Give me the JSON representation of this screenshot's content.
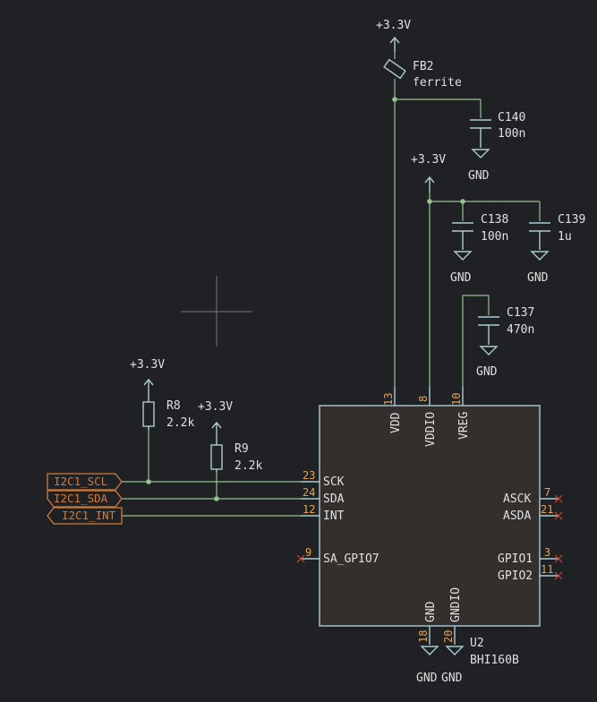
{
  "power": {
    "vcc": "+3.3V",
    "gnd": "GND"
  },
  "components": {
    "fb2": {
      "ref": "FB2",
      "value": "ferrite"
    },
    "c140": {
      "ref": "C140",
      "value": "100n"
    },
    "c138": {
      "ref": "C138",
      "value": "100n"
    },
    "c139": {
      "ref": "C139",
      "value": "1u"
    },
    "c137": {
      "ref": "C137",
      "value": "470n"
    },
    "r8": {
      "ref": "R8",
      "value": "2.2k"
    },
    "r9": {
      "ref": "R9",
      "value": "2.2k"
    },
    "u2": {
      "ref": "U2",
      "value": "BHI160B"
    }
  },
  "pins": {
    "vdd": {
      "num": "13",
      "name": "VDD"
    },
    "vddio": {
      "num": "8",
      "name": "VDDIO"
    },
    "vreg": {
      "num": "10",
      "name": "VREG"
    },
    "sck": {
      "num": "23",
      "name": "SCK"
    },
    "sda": {
      "num": "24",
      "name": "SDA"
    },
    "int": {
      "num": "12",
      "name": "INT"
    },
    "sa_gpio7": {
      "num": "9",
      "name": "SA_GPIO7"
    },
    "asck": {
      "num": "7",
      "name": "ASCK"
    },
    "asda": {
      "num": "21",
      "name": "ASDA"
    },
    "gpio1": {
      "num": "3",
      "name": "GPIO1"
    },
    "gpio2": {
      "num": "11",
      "name": "GPIO2"
    },
    "gnd": {
      "num": "18",
      "name": "GND"
    },
    "gndio": {
      "num": "20",
      "name": "GNDIO"
    }
  },
  "labels": {
    "scl": "I2C1_SCL",
    "sda": "I2C1_SDA",
    "int": "I2C1_INT"
  },
  "colors": {
    "background": "#202124",
    "wire": "#93c48f",
    "symbol": "#a9ccd2",
    "pin_number": "#e3a44a",
    "global_label": "#d27a38",
    "no_connect": "#d0422e",
    "ic_body": "#322f2c"
  }
}
